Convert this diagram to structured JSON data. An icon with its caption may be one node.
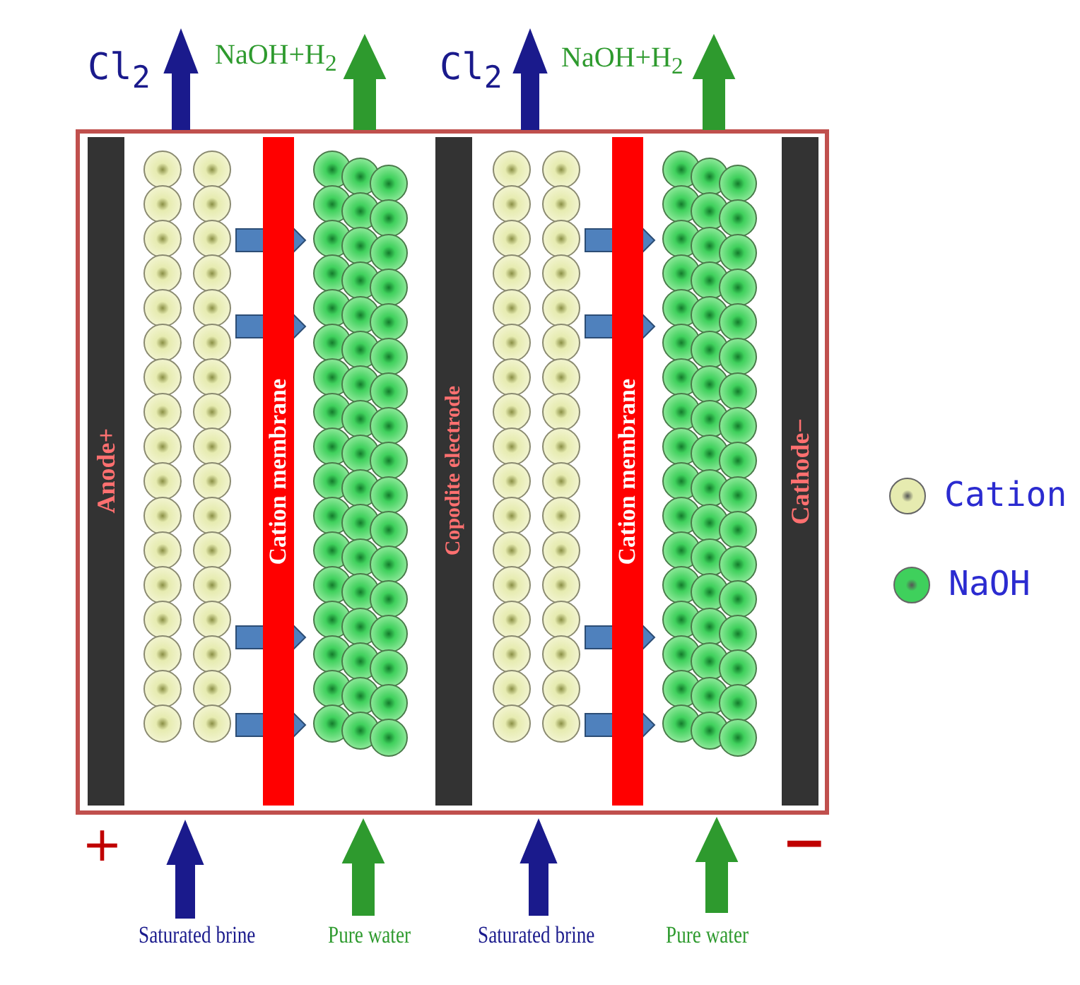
{
  "diagram": {
    "nodes": [
      {
        "text": [
          "Anode+"
        ]
      },
      {
        "text": [
          "Cation membrane"
        ]
      },
      {
        "text": [
          "Copodite electrode"
        ]
      },
      {
        "text": [
          "Cation membrane"
        ]
      },
      {
        "text": [
          "Cathode−"
        ]
      }
    ],
    "labels": [
      "Cl$_{2}$",
      "NaOH+H$_{2}$",
      "Cl$_{2}$",
      "NaOH+H$_{2}$",
      "+",
      "−",
      "Saturated brine",
      "Pure water",
      "Saturated brine",
      "Pure water"
    ],
    "legend": [
      {
        "text": "Cation",
        "color": "#e6ebb0"
      },
      {
        "text": "NaOH",
        "color": "#3fd05c"
      }
    ]
  }
}
